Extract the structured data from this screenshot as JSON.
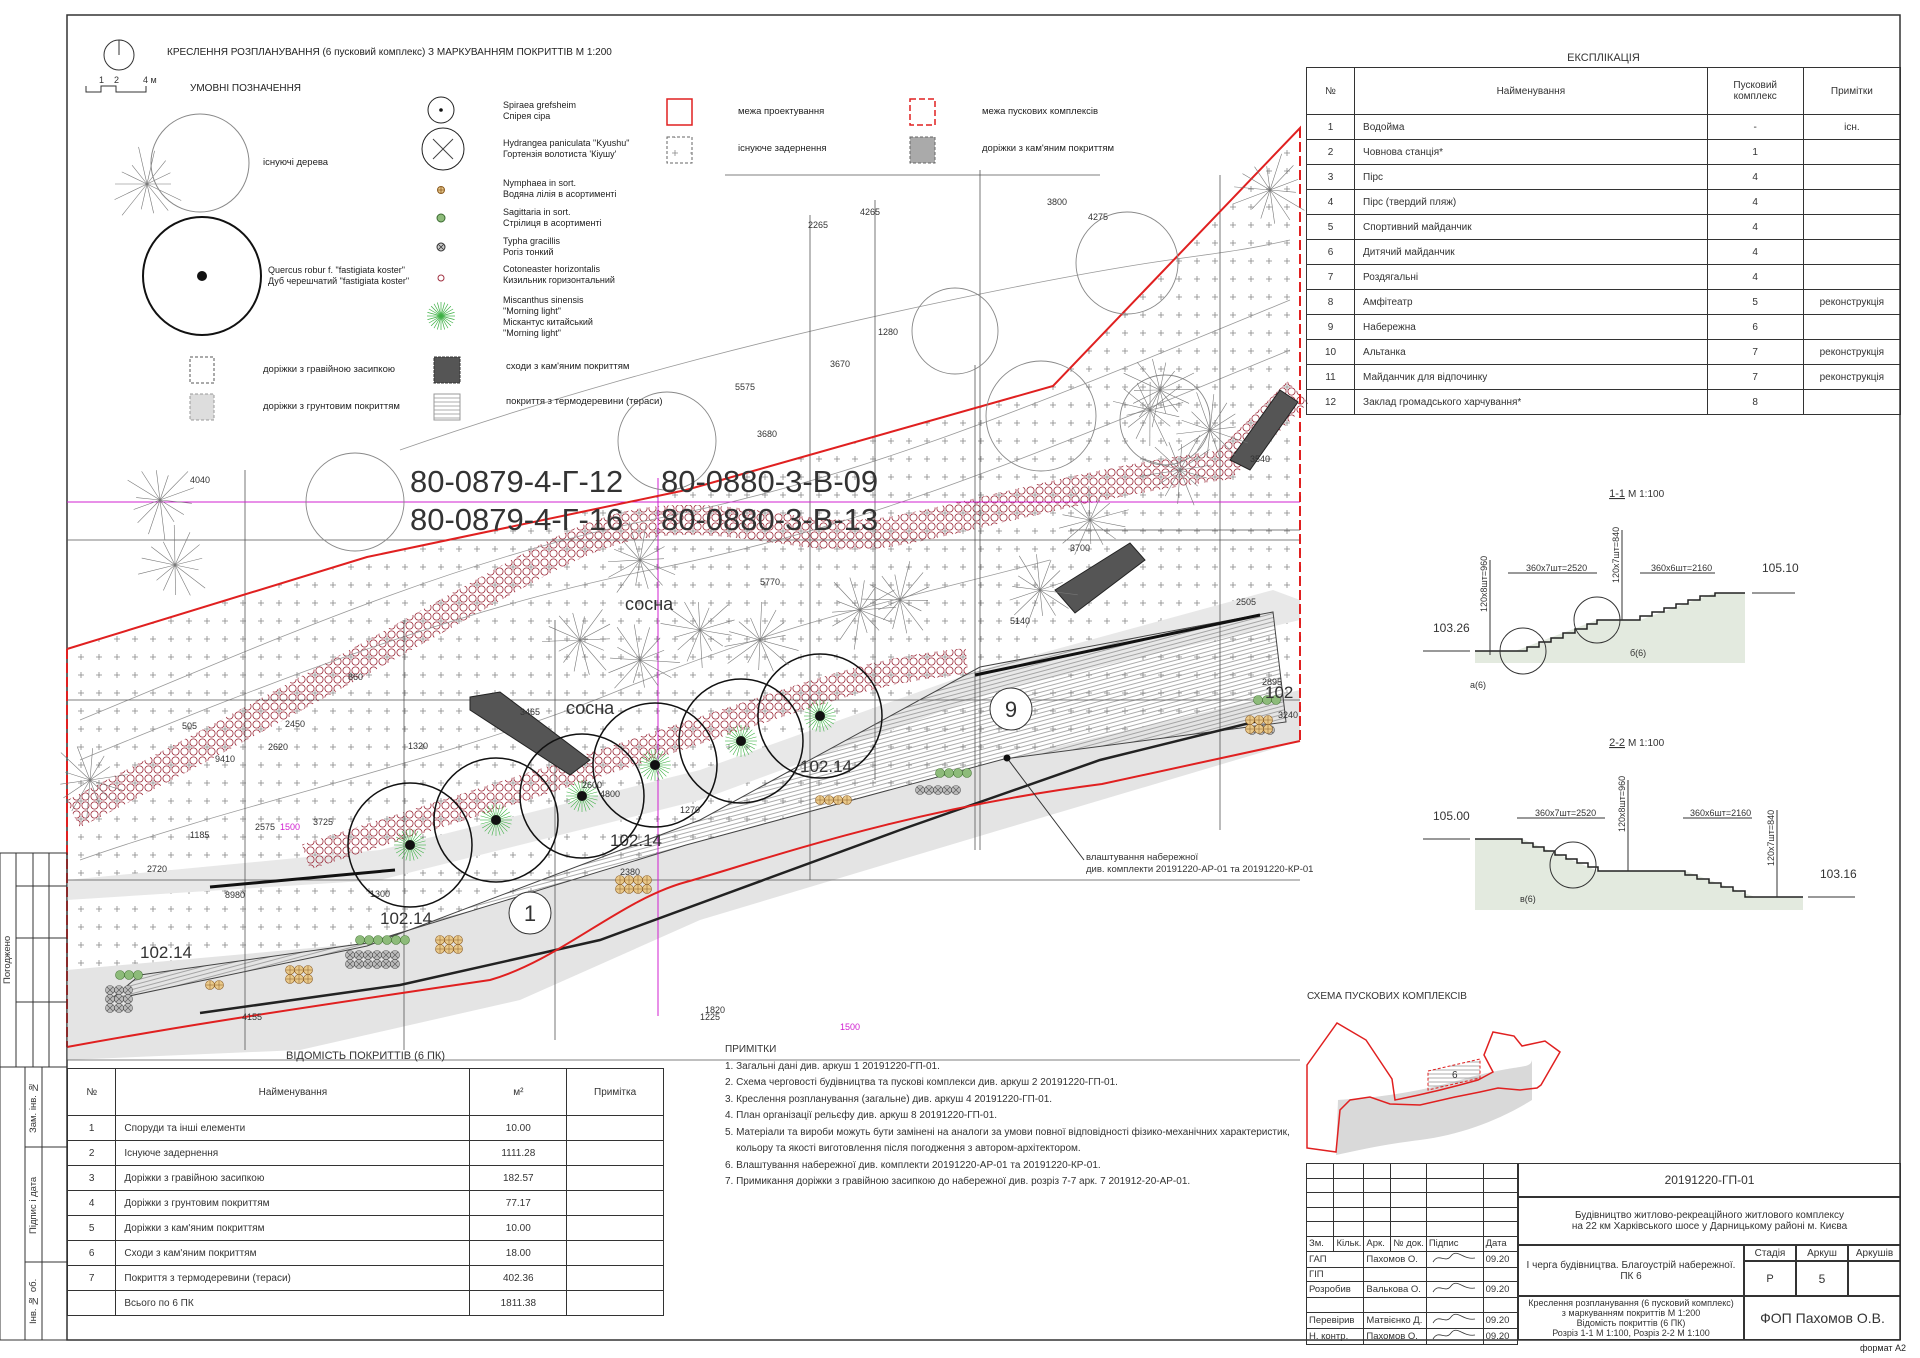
{
  "drawing_title": "КРЕСЛЕННЯ РОЗПЛАНУВАННЯ (6 пусковий комплекс) З МАРКУВАННЯМ ПОКРИТТІВ М 1:200",
  "scale_bar": {
    "labels": [
      "1",
      "2",
      "4 м"
    ]
  },
  "legend": {
    "title": "УМОВНІ ПОЗНАЧЕННЯ",
    "existing_trees": "існуючі дерева",
    "quercus": [
      "Quercus robur f. \"fastigiata koster\"",
      "Дуб черешчатий \"fastigiata koster\""
    ],
    "gravel_paths": "доріжки з гравійною засипкою",
    "ground_paths": "доріжки з грунтовим покриттям",
    "spiraea": [
      "Spiraea grefsheim",
      "Спірея сіра"
    ],
    "hydrangea": [
      "Hydrangea paniculata \"Kyushu\"",
      "Гортензія волотиста 'Кіушу'"
    ],
    "nymphaea": [
      "Nymphaea in sort.",
      "Водяна лілія в асортименті"
    ],
    "sagittaria": [
      "Sagittaria in sort.",
      "Стрілиця в асортименті"
    ],
    "typha": [
      "Typha gracillis",
      "Рогіз тонкий"
    ],
    "cotoneaster": [
      "Cotoneaster horizontalis",
      "Кизильник горизонтальний"
    ],
    "miscanthus": [
      "Miscanthus sinensis",
      "\"Morning light\"",
      "Міскантус китайський",
      "\"Morning light\""
    ],
    "stone_stairs": "сходи з кам'яним покриттям",
    "thermowood": "покриття з термодеревини (тераси)",
    "design_boundary": "межа проектування",
    "existing_turf": "існуюче задернення",
    "complex_boundary": "межа пускових комплексів",
    "stone_paths": "доріжки з кам'яним покриттям",
    "colors": {
      "boundary": "#e02020",
      "pebble": "#9b2b3a",
      "guide": "#d020d0",
      "stairs": "#555555",
      "water": "#e4e4e4",
      "miscanthus": "#3cb043"
    }
  },
  "plan": {
    "cadastral": [
      "80-0879-4-Г-12",
      "80-0880-3-В-09",
      "80-0879-4-Г-16",
      "80-0880-3-В-13"
    ],
    "tree_labels": [
      "сосна",
      "сосна"
    ],
    "elevations": [
      "102.14",
      "102.14",
      "102.14",
      "102.14",
      "102"
    ],
    "markers": [
      "1",
      "9"
    ],
    "dimensions": [
      "4040",
      "2265",
      "4265",
      "4275",
      "3800",
      "3670",
      "3680",
      "5575",
      "1280",
      "5770",
      "5140",
      "3700",
      "1820",
      "1225",
      "8980",
      "2720",
      "1185",
      "3725",
      "2575",
      "1300",
      "2450",
      "2620",
      "9410",
      "505",
      "1320",
      "3465",
      "860",
      "2600",
      "4800",
      "1270",
      "2380",
      "2895",
      "3240",
      "2505",
      "3540",
      "4155",
      "1500",
      "1500"
    ],
    "annotation": [
      "влаштування набережної",
      "див. комплекти 20191220-АР-01 та 20191220-КР-01"
    ]
  },
  "explication": {
    "title": "ЕКСПЛІКАЦІЯ",
    "headers": [
      "№",
      "Найменування",
      "Пусковий комплекс",
      "Примітки"
    ],
    "rows": [
      [
        "1",
        "Водойма",
        "-",
        "існ."
      ],
      [
        "2",
        "Човнова станція*",
        "1",
        ""
      ],
      [
        "3",
        "Пірс",
        "4",
        ""
      ],
      [
        "4",
        "Пірс (твердий пляж)",
        "4",
        ""
      ],
      [
        "5",
        "Спортивний майданчик",
        "4",
        ""
      ],
      [
        "6",
        "Дитячий майданчик",
        "4",
        ""
      ],
      [
        "7",
        "Роздягальні",
        "4",
        ""
      ],
      [
        "8",
        "Амфітеатр",
        "5",
        "реконструкція"
      ],
      [
        "9",
        "Набережна",
        "6",
        ""
      ],
      [
        "10",
        "Альтанка",
        "7",
        "реконструкція"
      ],
      [
        "11",
        "Майданчик для відпочинку",
        "7",
        "реконструкція"
      ],
      [
        "12",
        "Заклад громадського харчування*",
        "8",
        ""
      ]
    ]
  },
  "section_1": {
    "title_num": "1-1",
    "title_scale": "М 1:100",
    "levels": [
      "103.26",
      "105.10"
    ],
    "dims": [
      "360х7шт=2520",
      "360х6шт=2160",
      "120х8шт=960",
      "120х7шт=840"
    ],
    "callouts": [
      "а(6)",
      "б(6)"
    ]
  },
  "section_2": {
    "title_num": "2-2",
    "title_scale": "М 1:100",
    "levels": [
      "105.00",
      "103.16"
    ],
    "dims": [
      "360х7шт=2520",
      "360х6шт=2160",
      "120х8шт=960",
      "120х7шт=840"
    ],
    "callouts": [
      "в(6)"
    ]
  },
  "scheme": {
    "title": "СХЕМА ПУСКОВИХ КОМПЛЕКСІВ",
    "label": "6"
  },
  "coverings": {
    "title": "ВІДОМІСТЬ ПОКРИТТІВ (6 ПК)",
    "headers": [
      "№",
      "Найменування",
      "м²",
      "Примітка"
    ],
    "rows": [
      [
        "1",
        "Споруди та інші елементи",
        "10.00",
        ""
      ],
      [
        "2",
        "Існуюче задернення",
        "1111.28",
        ""
      ],
      [
        "3",
        "Доріжки з гравійною засипкою",
        "182.57",
        ""
      ],
      [
        "4",
        "Доріжки з грунтовим покриттям",
        "77.17",
        ""
      ],
      [
        "5",
        "Доріжки з кам'яним покриттям",
        "10.00",
        ""
      ],
      [
        "6",
        "Сходи з кам'яним покриттям",
        "18.00",
        ""
      ],
      [
        "7",
        "Покриття з термодеревини (тераси)",
        "402.36",
        ""
      ],
      [
        "",
        "Всього по 6 ПК",
        "1811.38",
        ""
      ]
    ]
  },
  "notes": {
    "title": "ПРИМІТКИ",
    "items": [
      "1. Загальні дані див. аркуш 1 20191220-ГП-01.",
      "2. Схема черговості будівництва та пускові комплекси див. аркуш 2 20191220-ГП-01.",
      "3. Креслення розпланування (загальне) див. аркуш 4 20191220-ГП-01.",
      "4. План організації рельєфу див. аркуш 8 20191220-ГП-01.",
      "5. Матеріали та вироби можуть бути замінені на аналоги за умови повної відповідності фізико-механічних характеристик,",
      "    кольору та якості виготовлення після погодження з автором-архітектором.",
      "6. Влаштування набережної див. комплекти 20191220-АР-01 та 20191220-КР-01.",
      "7. Примикання доріжки з гравійною засипкою до набережної див. розріз 7-7 арк. 7 201912-20-АР-01."
    ]
  },
  "side_stamp": {
    "approved": "Погоджено",
    "fields": [
      "Зам. інв. №",
      "Підпис і дата",
      "Інв. № об."
    ]
  },
  "title_block": {
    "code": "20191220-ГП-01",
    "project": [
      "Будівництво житлово-рекреаційного житлового комплексу",
      "на 22 км Харківського шосе у Дарницькому районі м. Києва"
    ],
    "stage_title": "І черга будівництва. Благоустрій набережної. ПК 6",
    "col_headers": [
      "Зм.",
      "Кільк.",
      "Арк.",
      "№ док.",
      "Підпис",
      "Дата"
    ],
    "signers": [
      [
        "ГАП",
        "Пахомов О.",
        "09.20"
      ],
      [
        "ГІП",
        "",
        ""
      ],
      [
        "Розробив",
        "Валькова О.",
        "09.20"
      ],
      [
        "",
        "",
        ""
      ],
      [
        "Перевірив",
        "Матвієнко Д.",
        "09.20"
      ],
      [
        "Н. контр.",
        "Пахомов О.",
        "09.20"
      ]
    ],
    "stage_headers": [
      "Стадія",
      "Аркуш",
      "Аркушів"
    ],
    "stage_values": [
      "Р",
      "5",
      ""
    ],
    "sheet_description": [
      "Креслення розпланування (6 пусковий комплекс)",
      "з маркуванням покриттів М 1:200",
      "Відомість покриттів (6 ПК)",
      "Розріз 1-1 М 1:100, Розріз 2-2 М 1:100"
    ],
    "company": "ФОП Пахомов О.В.",
    "format": "формат А2"
  }
}
